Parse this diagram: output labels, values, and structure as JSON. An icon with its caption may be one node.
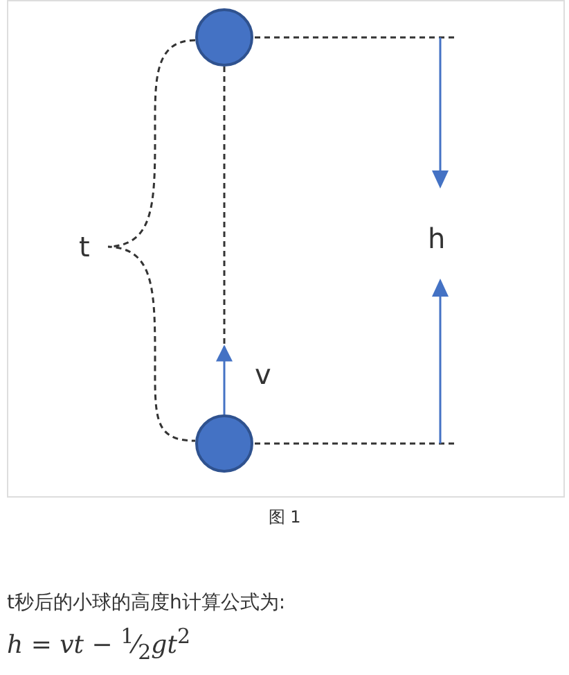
{
  "diagram": {
    "caption": "图 1",
    "nodes": [
      {
        "text": [],
        "shape": "circle"
      },
      {
        "text": [],
        "shape": "circle"
      }
    ],
    "edges": [
      {
        "from": 0,
        "to": null,
        "arrow": "none",
        "style": "dashed"
      },
      {
        "from": 1,
        "to": null,
        "arrow": "to",
        "color": "#4472c4"
      }
    ],
    "labels": [
      "t",
      "h",
      "v",
      "t秒后的小球的高度h计算公式为:",
      "*h* = *vt* − $^{1}$⁄$_{2}$*gt*$^{2}$"
    ]
  }
}
